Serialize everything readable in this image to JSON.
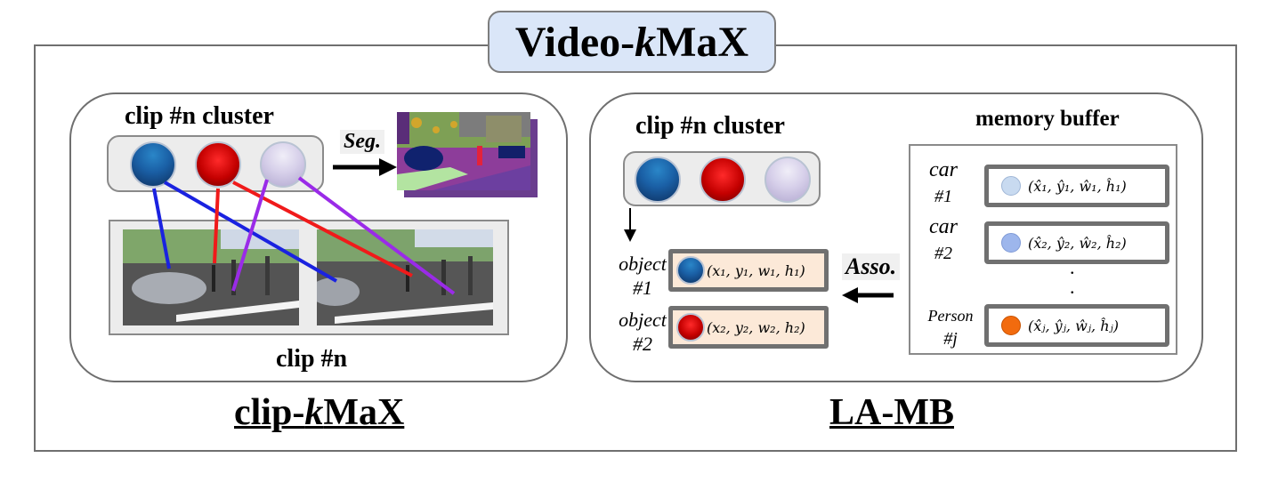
{
  "title": {
    "prefix": "Video-",
    "k": "k",
    "suffix": "MaX"
  },
  "left_panel": {
    "cluster_label": "clip #n cluster",
    "seg_label": "Seg.",
    "frames_label": "clip #n",
    "caption": {
      "prefix": "clip-",
      "k": "k",
      "suffix": "MaX"
    }
  },
  "right_panel": {
    "cluster_label": "clip #n cluster",
    "memory_label": "memory buffer",
    "asso_label": "Asso.",
    "caption": "LA-MB",
    "objects": [
      {
        "name": "object",
        "id": "#1",
        "box": "(x₁,  y₁, w₁, h₁)",
        "color": "#1a5fa5"
      },
      {
        "name": "object",
        "id": "#2",
        "box": "(x₂,  y₂, w₂, h₂)",
        "color": "#c40000"
      }
    ],
    "memory_entries": [
      {
        "name": "car",
        "id": "#1",
        "box": "(x̂₁,  ŷ₁, ŵ₁, ĥ₁)",
        "color": "#c8daf0"
      },
      {
        "name": "car",
        "id": "#2",
        "box": "(x̂₂,  ŷ₂, ŵ₂, ĥ₂)",
        "color": "#9db6ec"
      },
      {
        "name": "Person",
        "id": "#j",
        "box": "(x̂ⱼ,  ŷⱼ, ŵⱼ, ĥⱼ)",
        "color": "#f26b0e"
      }
    ],
    "ellipsis": "."
  },
  "colors": {
    "title_bg": "#dae6f8",
    "cluster_bg": "#ececec",
    "object_bg": "#fce9d8",
    "link_blue": "#1a22e0",
    "link_red": "#f01a1a",
    "link_purple": "#9a2be8"
  }
}
